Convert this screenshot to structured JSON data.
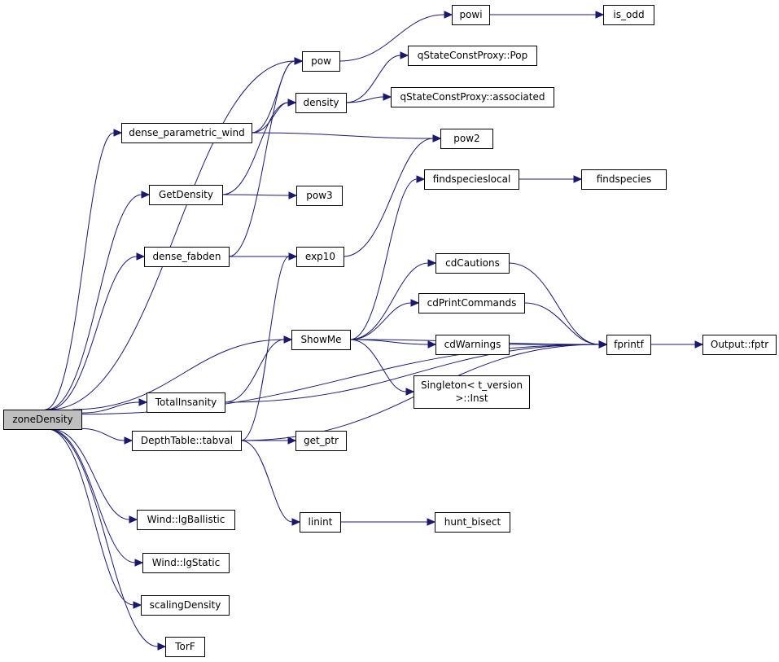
{
  "graph": {
    "colors": {
      "edge": "#191970",
      "root_fill": "#bfbfbf",
      "node_fill": "#ffffff",
      "node_stroke": "#000000"
    },
    "nodes": [
      {
        "id": "zoneDensity",
        "lines": [
          "zoneDensity"
        ],
        "root": true
      },
      {
        "id": "pow",
        "lines": [
          "pow"
        ]
      },
      {
        "id": "powi",
        "lines": [
          "powi"
        ]
      },
      {
        "id": "is_odd",
        "lines": [
          "is_odd"
        ]
      },
      {
        "id": "qpop",
        "lines": [
          "qStateConstProxy::Pop"
        ]
      },
      {
        "id": "density",
        "lines": [
          "density"
        ]
      },
      {
        "id": "qassoc",
        "lines": [
          "qStateConstProxy::associated"
        ]
      },
      {
        "id": "dpw",
        "lines": [
          "dense_parametric_wind"
        ]
      },
      {
        "id": "pow2",
        "lines": [
          "pow2"
        ]
      },
      {
        "id": "getdens",
        "lines": [
          "GetDensity"
        ]
      },
      {
        "id": "pow3",
        "lines": [
          "pow3"
        ]
      },
      {
        "id": "fsl",
        "lines": [
          "findspecieslocal"
        ]
      },
      {
        "id": "fs",
        "lines": [
          "findspecies"
        ]
      },
      {
        "id": "fab",
        "lines": [
          "dense_fabden"
        ]
      },
      {
        "id": "exp10",
        "lines": [
          "exp10"
        ]
      },
      {
        "id": "cdc",
        "lines": [
          "cdCautions"
        ]
      },
      {
        "id": "cdpc",
        "lines": [
          "cdPrintCommands"
        ]
      },
      {
        "id": "showme",
        "lines": [
          "ShowMe"
        ]
      },
      {
        "id": "cdw",
        "lines": [
          "cdWarnings"
        ]
      },
      {
        "id": "fprintf",
        "lines": [
          "fprintf"
        ]
      },
      {
        "id": "fptr",
        "lines": [
          "Output::fptr"
        ]
      },
      {
        "id": "singleton",
        "lines": [
          "Singleton< t_version",
          ">::Inst"
        ]
      },
      {
        "id": "ti",
        "lines": [
          "TotalInsanity"
        ]
      },
      {
        "id": "tabval",
        "lines": [
          "DepthTable::tabval"
        ]
      },
      {
        "id": "getptr",
        "lines": [
          "get_ptr"
        ]
      },
      {
        "id": "linint",
        "lines": [
          "linint"
        ]
      },
      {
        "id": "hunt",
        "lines": [
          "hunt_bisect"
        ]
      },
      {
        "id": "lgb",
        "lines": [
          "Wind::lgBallistic"
        ]
      },
      {
        "id": "lgs",
        "lines": [
          "Wind::lgStatic"
        ]
      },
      {
        "id": "scd",
        "lines": [
          "scalingDensity"
        ]
      },
      {
        "id": "torf",
        "lines": [
          "TorF"
        ]
      }
    ],
    "edges": [
      [
        "zoneDensity",
        "pow"
      ],
      [
        "zoneDensity",
        "dpw"
      ],
      [
        "zoneDensity",
        "getdens"
      ],
      [
        "zoneDensity",
        "fab"
      ],
      [
        "zoneDensity",
        "showme"
      ],
      [
        "zoneDensity",
        "ti"
      ],
      [
        "zoneDensity",
        "tabval"
      ],
      [
        "zoneDensity",
        "fprintf"
      ],
      [
        "zoneDensity",
        "lgb"
      ],
      [
        "zoneDensity",
        "lgs"
      ],
      [
        "zoneDensity",
        "scd"
      ],
      [
        "zoneDensity",
        "torf"
      ],
      [
        "pow",
        "powi"
      ],
      [
        "powi",
        "is_odd"
      ],
      [
        "density",
        "qpop"
      ],
      [
        "density",
        "qassoc"
      ],
      [
        "dpw",
        "pow"
      ],
      [
        "dpw",
        "density"
      ],
      [
        "dpw",
        "pow2"
      ],
      [
        "getdens",
        "density"
      ],
      [
        "getdens",
        "pow3"
      ],
      [
        "fab",
        "pow"
      ],
      [
        "fab",
        "exp10"
      ],
      [
        "exp10",
        "pow2"
      ],
      [
        "showme",
        "fsl"
      ],
      [
        "showme",
        "fprintf"
      ],
      [
        "showme",
        "cdc"
      ],
      [
        "showme",
        "cdpc"
      ],
      [
        "showme",
        "cdw"
      ],
      [
        "showme",
        "singleton"
      ],
      [
        "fsl",
        "fs"
      ],
      [
        "cdc",
        "fprintf"
      ],
      [
        "cdpc",
        "fprintf"
      ],
      [
        "cdw",
        "fprintf"
      ],
      [
        "fprintf",
        "fptr"
      ],
      [
        "ti",
        "showme"
      ],
      [
        "ti",
        "fprintf"
      ],
      [
        "tabval",
        "exp10"
      ],
      [
        "tabval",
        "getptr"
      ],
      [
        "tabval",
        "fprintf"
      ],
      [
        "tabval",
        "linint"
      ],
      [
        "linint",
        "hunt"
      ]
    ]
  }
}
